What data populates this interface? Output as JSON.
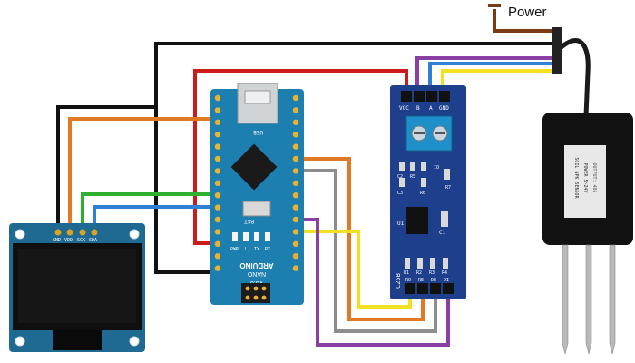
{
  "power_label": "Power",
  "arduino": {
    "brand": "ARDUINO",
    "model": "NANO",
    "version": "V3.0",
    "usb_label": "USB",
    "rst_label": "RST",
    "power_leds": [
      "PWR",
      "L",
      "TX",
      "RX"
    ]
  },
  "rs485": {
    "top_pins": [
      "VCC",
      "B",
      "A",
      "GND"
    ],
    "bottom_pins": [
      "RO",
      "RE",
      "DE",
      "DI"
    ],
    "chip_label": "U1",
    "board_code": "C25B",
    "cap_label": "C1",
    "resistors": [
      "R1",
      "R2",
      "R3",
      "R4"
    ],
    "side_labels": [
      "R5",
      "R6",
      "R7",
      "C2",
      "C3",
      "IO"
    ]
  },
  "oled": {
    "pins": [
      "GND",
      "VDD",
      "SCK",
      "SDA"
    ]
  },
  "sensor": {
    "label_lines": [
      "SOIL NPK SENSOR",
      "POWER 5~24V",
      "OUTPUT: 485"
    ]
  },
  "colors": {
    "arduino_board": "#1d7fb0",
    "rs485_board": "#1e3f8c",
    "oled_board": "#1f6a93",
    "wire_black": "#111111",
    "wire_red": "#cc1b1b",
    "wire_orange": "#e27a25",
    "wire_green": "#2fae2f",
    "wire_blue": "#2f7fd6",
    "wire_yellow": "#f2e021",
    "wire_gray": "#8d8d8d",
    "wire_purple": "#8b3fa2",
    "wire_brown": "#7a3b14"
  }
}
